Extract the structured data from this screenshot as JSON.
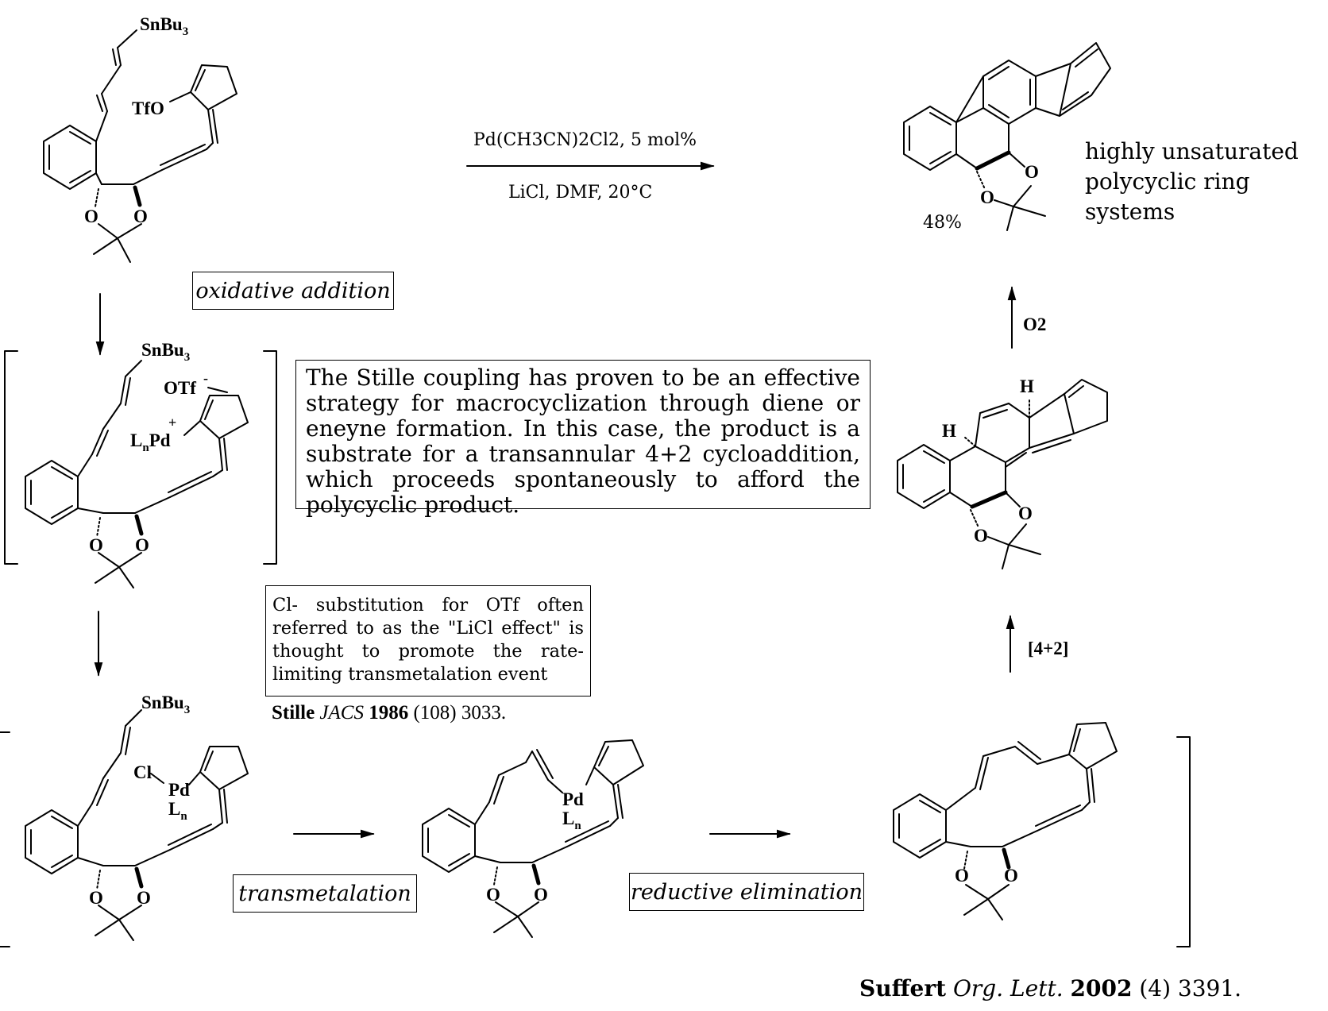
{
  "labels": {
    "sm_sn": "SnBu",
    "sm_sn_sub": "3",
    "sm_tfo": "TfO",
    "sm_o1": "O",
    "sm_o2": "O",
    "i1_sn": "SnBu",
    "i1_sn_sub": "3",
    "i1_otf": "OTf",
    "i1_minus": "-",
    "i1_plus": "+",
    "i1_l": "L",
    "i1_l_sub": "n",
    "i1_pd": "Pd",
    "i1_o1": "O",
    "i1_o2": "O",
    "i2_sn": "SnBu",
    "i2_sn_sub": "3",
    "i2_cl": "Cl",
    "i2_pd": "Pd",
    "i2_l": "L",
    "i2_l_sub": "n",
    "i2_o1": "O",
    "i2_o2": "O",
    "i3_pd": "Pd",
    "i3_l": "L",
    "i3_l_sub": "n",
    "i3_o1": "O",
    "i3_o2": "O",
    "mc_o1": "O",
    "mc_o2": "O",
    "da_h1": "H",
    "da_h2": "H",
    "da_o1": "O",
    "da_o2": "O",
    "pr_o1": "O",
    "pr_o2": "O"
  },
  "conditions": {
    "above": "Pd(CH3CN)2Cl2, 5 mol%",
    "below": "LiCl, DMF, 20°C"
  },
  "yield": "48%",
  "product_caption": [
    "highly unsaturated",
    "polycyclic ring systems"
  ],
  "arrow_labels": {
    "oxidation": "O2",
    "cycloaddition": "[4+2]"
  },
  "steps": {
    "oxidative_addition": "oxidative addition",
    "transmetalation": "transmetalation",
    "reductive_elimination": "reductive elimination"
  },
  "notes": {
    "stille_note": "The Stille coupling has proven to be an effective strategy for macrocyclization through diene or eneyne formation.  In this case, the product is a substrate for a transannular 4+2 cycloaddition, which proceeds spontaneously to afford the polycyclic product.",
    "licl_note": "Cl- substitution for OTf often referred to as the \"LiCl effect\" is thought to promote the rate-limiting transmetalation event"
  },
  "references": {
    "stille": {
      "author": "Stille",
      "journal": "JACS",
      "year": "1986",
      "rest": " (108) 3033."
    },
    "suffert": {
      "author": "Suffert",
      "journal": "Org. Lett.",
      "year": "2002",
      "rest": " (4) 3391."
    }
  }
}
